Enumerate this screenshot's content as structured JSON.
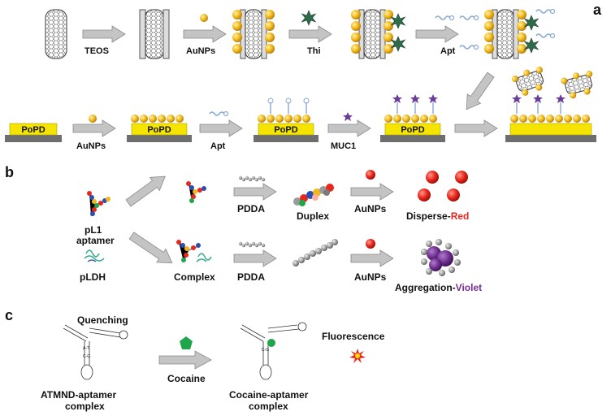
{
  "panels": {
    "a": {
      "label": "a",
      "steps_row1": [
        "TEOS",
        "AuNPs",
        "Thi",
        "Apt"
      ],
      "electrode": "PoPD",
      "steps_row2": [
        "AuNPs",
        "Apt",
        "MUC1"
      ]
    },
    "b": {
      "label": "b",
      "start_label": [
        "pL1",
        "aptamer"
      ],
      "pldh": "pLDH",
      "complex": "Complex",
      "pdda_top": "PDDA",
      "pdda_bottom": "PDDA",
      "aunps_top": "AuNPs",
      "aunps_bottom": "AuNPs",
      "duplex": "Duplex",
      "result_top": {
        "prefix": "Disperse-",
        "color_word": "Red"
      },
      "result_bottom": {
        "prefix": "Aggregation-",
        "color_word": "Violet"
      }
    },
    "c": {
      "label": "c",
      "quenching": "Quenching",
      "arrow_label": "Cocaine",
      "left_label": [
        "ATMND-aptamer",
        "complex"
      ],
      "right_label": [
        "Cocaine-aptamer",
        "complex"
      ],
      "fluorescence": "Fluorescence"
    }
  },
  "colors": {
    "red": "#e8261c",
    "violet": "#7a2d9a",
    "gold": "#f2b81a",
    "electrode": "#f5e400",
    "base": "#777777",
    "arrow": "#bdbdbd",
    "star": "#2f6b4a",
    "mucin": "#6a3c9a",
    "cocaine": "#1fa64a"
  }
}
